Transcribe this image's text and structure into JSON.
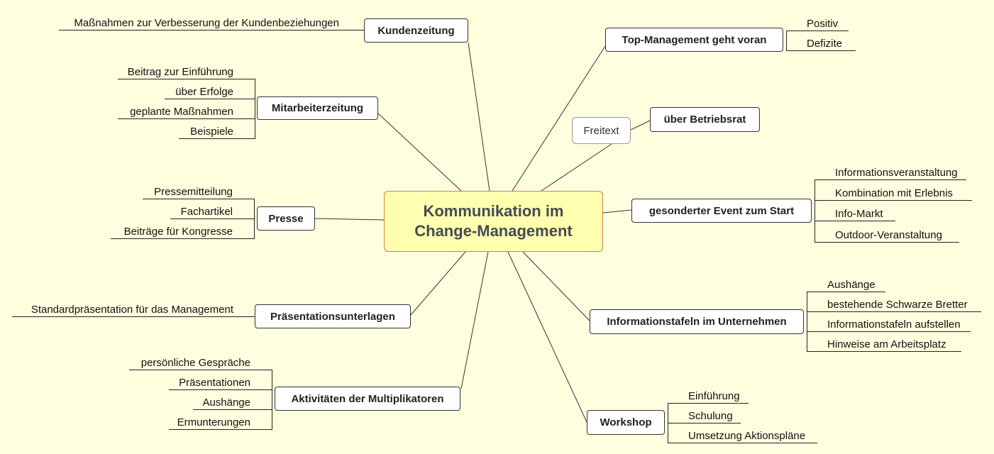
{
  "center": {
    "line1": "Kommunikation im",
    "line2": "Change-Management"
  },
  "branches": {
    "kundenzeitung": {
      "label": "Kundenzeitung",
      "leaves": [
        "Maßnahmen zur Verbesserung der Kundenbeziehungen"
      ]
    },
    "mitarbeiterzeitung": {
      "label": "Mitarbeiterzeitung",
      "leaves": [
        "Beitrag zur Einführung",
        "über Erfolge",
        "geplante Maßnahmen",
        "Beispiele"
      ]
    },
    "presse": {
      "label": "Presse",
      "leaves": [
        "Pressemitteilung",
        "Fachartikel",
        "Beiträge für Kongresse"
      ]
    },
    "praesentation": {
      "label": "Präsentationsunterlagen",
      "leaves": [
        "Standardpräsentation für das Management"
      ]
    },
    "multiplikatoren": {
      "label": "Aktivitäten der Multiplikatoren",
      "leaves": [
        "persönliche Gespräche",
        "Präsentationen",
        "Aushänge",
        "Ermunterungen"
      ]
    },
    "topmanagement": {
      "label": "Top-Management geht voran",
      "leaves": [
        "Positiv",
        "Defizite"
      ]
    },
    "betriebsrat": {
      "label": "über Betriebsrat",
      "freitext": "Freitext"
    },
    "event": {
      "label": "gesonderter Event zum Start",
      "leaves": [
        "Informationsveranstaltung",
        "Kombination mit Erlebnis",
        "Info-Markt",
        "Outdoor-Veranstaltung"
      ]
    },
    "infotafeln": {
      "label": "Informationstafeln im Unternehmen",
      "leaves": [
        "Aushänge",
        "bestehende Schwarze Bretter",
        "Informationstafeln aufstellen",
        "Hinweise am Arbeitsplatz"
      ]
    },
    "workshop": {
      "label": "Workshop",
      "leaves": [
        "Einführung",
        "Schulung",
        "Umsetzung Aktionspläne"
      ]
    }
  }
}
